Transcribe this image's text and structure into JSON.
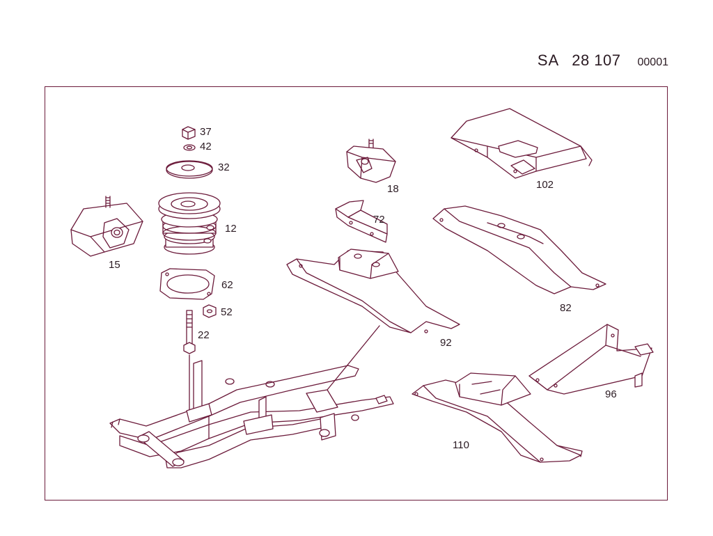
{
  "header": {
    "prefix": "SA",
    "number": "28 107",
    "sheet": "00001"
  },
  "labels": {
    "p15": "15",
    "p12": "12",
    "p37": "37",
    "p42": "42",
    "p32": "32",
    "p62": "62",
    "p52": "52",
    "p22": "22",
    "p18": "18",
    "p72": "72",
    "p92": "92",
    "p102": "102",
    "p82": "82",
    "p96": "96",
    "p110": "110"
  },
  "colors": {
    "line": "#6b1a3a",
    "text": "#2a1a22",
    "background": "#ffffff"
  }
}
